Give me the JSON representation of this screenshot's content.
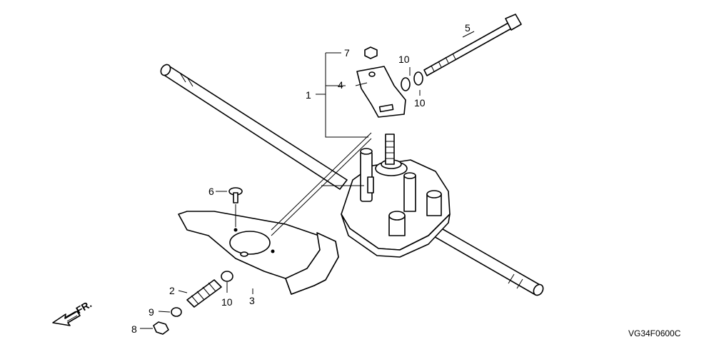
{
  "diagram": {
    "code": "VG34F0600C",
    "direction_label": "FR.",
    "callouts": [
      {
        "key": "c1",
        "text": "1"
      },
      {
        "key": "c2",
        "text": "2"
      },
      {
        "key": "c3",
        "text": "3"
      },
      {
        "key": "c4",
        "text": "4"
      },
      {
        "key": "c5",
        "text": "5"
      },
      {
        "key": "c6",
        "text": "6"
      },
      {
        "key": "c7",
        "text": "7"
      },
      {
        "key": "c8",
        "text": "8"
      },
      {
        "key": "c9",
        "text": "9"
      },
      {
        "key": "c10a",
        "text": "10"
      },
      {
        "key": "c10b",
        "text": "10"
      },
      {
        "key": "c10c",
        "text": "10"
      }
    ]
  }
}
